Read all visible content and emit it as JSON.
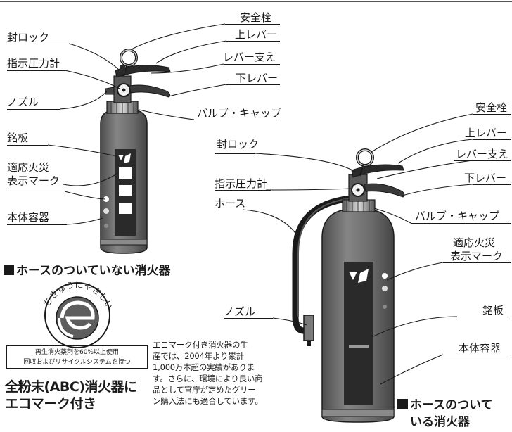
{
  "left_extinguisher": {
    "labels": {
      "safety_pin": "安全栓",
      "upper_lever": "上レバー",
      "seal_lock": "封ロック",
      "lever_support": "レバー支え",
      "pressure_gauge": "指示圧力計",
      "lower_lever": "下レバー",
      "nozzle": "ノズル",
      "valve_cap": "バルブ・キャップ",
      "nameplate": "銘板",
      "fire_mark_line1": "適応火災",
      "fire_mark_line2": "表示マーク",
      "body": "本体容器"
    },
    "caption": "ホースのついていない消火器"
  },
  "right_extinguisher": {
    "labels": {
      "safety_pin": "安全栓",
      "upper_lever": "上レバー",
      "seal_lock": "封ロック",
      "lever_support": "レバー支え",
      "pressure_gauge": "指示圧力計",
      "lower_lever": "下レバー",
      "hose": "ホース",
      "valve_cap": "バルブ・キャップ",
      "fire_mark_line1": "適応火災",
      "fire_mark_line2": "表示マーク",
      "nozzle": "ノズル",
      "nameplate": "銘板",
      "body": "本体容器"
    },
    "caption_line1": "ホースのついて",
    "caption_line2": "いる消火器"
  },
  "eco_mark": {
    "arc_text": "ちきゅうにやさしい",
    "box_line1": "再生消火薬剤を60%以上使用",
    "box_line2": "回収およびリサイクルシステムを持つ",
    "title_line1": "全粉末(ABC)消火器に",
    "title_line2": "エコマーク付き"
  },
  "description": {
    "lines": [
      "エコマーク付き消火器の生",
      "産では、2004年より累計",
      "1,000万本超の実績がありま",
      "す。さらに、環境により良い商",
      "品として官庁が定めたグリー",
      "ン購入法にも適合しています。"
    ]
  },
  "colors": {
    "body_fill": "#6f6f6f",
    "panel_fill": "#2a2a2a",
    "ink": "#1a1a1a"
  }
}
